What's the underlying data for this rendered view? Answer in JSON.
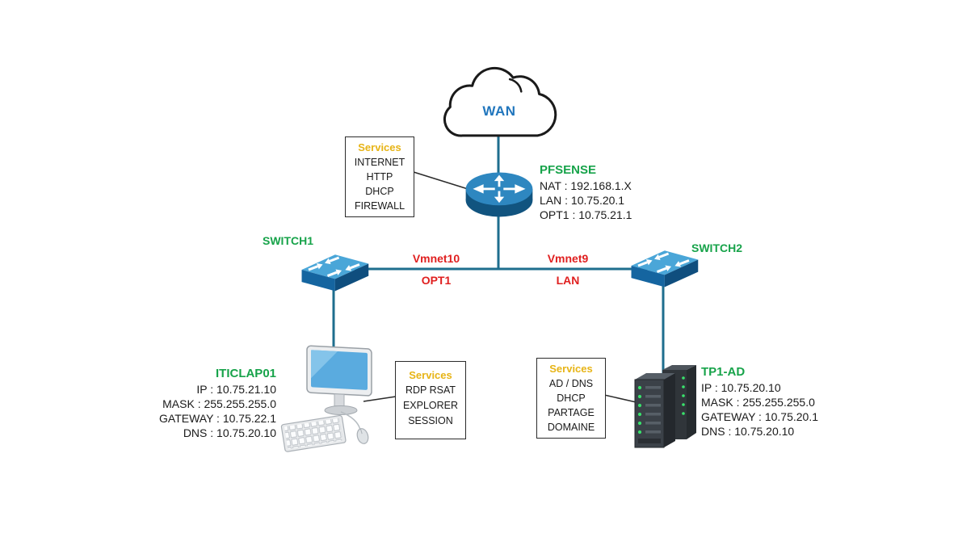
{
  "wan": {
    "label": "WAN"
  },
  "router": {
    "name": "PFSENSE",
    "lines": [
      "NAT : 192.168.1.X",
      "LAN : 10.75.20.1",
      "OPT1 : 10.75.21.1"
    ],
    "services": {
      "title": "Services",
      "items": [
        "INTERNET",
        "HTTP",
        "DHCP",
        "FIREWALL"
      ]
    }
  },
  "switches": {
    "switch1": "SWITCH1",
    "switch2": "SWITCH2"
  },
  "links": {
    "opt1": {
      "vmnet": "Vmnet10",
      "interface": "OPT1"
    },
    "lan": {
      "vmnet": "Vmnet9",
      "interface": "LAN"
    }
  },
  "workstation": {
    "name": "ITICLAP01",
    "lines": [
      "IP : 10.75.21.10",
      "MASK : 255.255.255.0",
      "GATEWAY : 10.75.22.1",
      "DNS : 10.75.20.10"
    ],
    "services": {
      "title": "Services",
      "items": [
        "RDP RSAT",
        "EXPLORER",
        "SESSION"
      ]
    }
  },
  "server": {
    "name": "TP1-AD",
    "lines": [
      "IP : 10.75.20.10",
      "MASK : 255.255.255.0",
      "GATEWAY : 10.75.20.1",
      "DNS : 10.75.20.10"
    ],
    "services": {
      "title": "Services",
      "items": [
        "AD / DNS",
        "DHCP",
        "PARTAGE",
        "DOMAINE"
      ]
    }
  },
  "colors": {
    "device_name": "#17a34a",
    "services_title": "#e7b416",
    "link_label": "#e02020",
    "wan_label": "#2176bd",
    "wire": "#1e6e8e"
  }
}
